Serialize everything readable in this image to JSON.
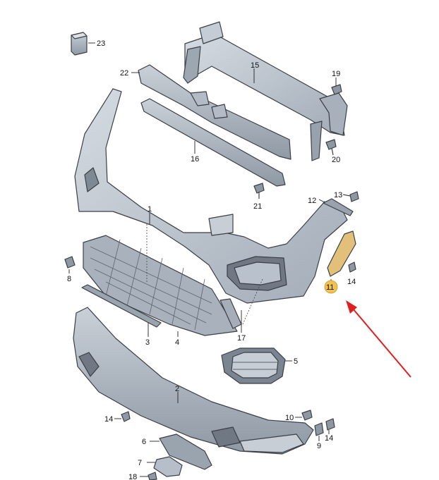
{
  "callouts": {
    "c1": "1",
    "c2": "2",
    "c3": "3",
    "c4": "4",
    "c5": "5",
    "c6": "6",
    "c7": "7",
    "c8": "8",
    "c9": "9",
    "c10": "10",
    "c11": "11",
    "c12": "12",
    "c13": "13",
    "c14a": "14",
    "c14b": "14",
    "c14c": "14",
    "c15": "15",
    "c16": "16",
    "c17": "17",
    "c18": "18",
    "c19": "19",
    "c20": "20",
    "c21": "21",
    "c22": "22",
    "c23": "23"
  },
  "colors": {
    "part_fill": "#b9c2cc",
    "part_fill_light": "#d3d9e0",
    "part_fill_dark": "#8d96a1",
    "outline": "#3c3f45",
    "highlight_part": "#e2c07a",
    "highlight_badge": "#f3c14d",
    "arrow": "#e02020"
  }
}
